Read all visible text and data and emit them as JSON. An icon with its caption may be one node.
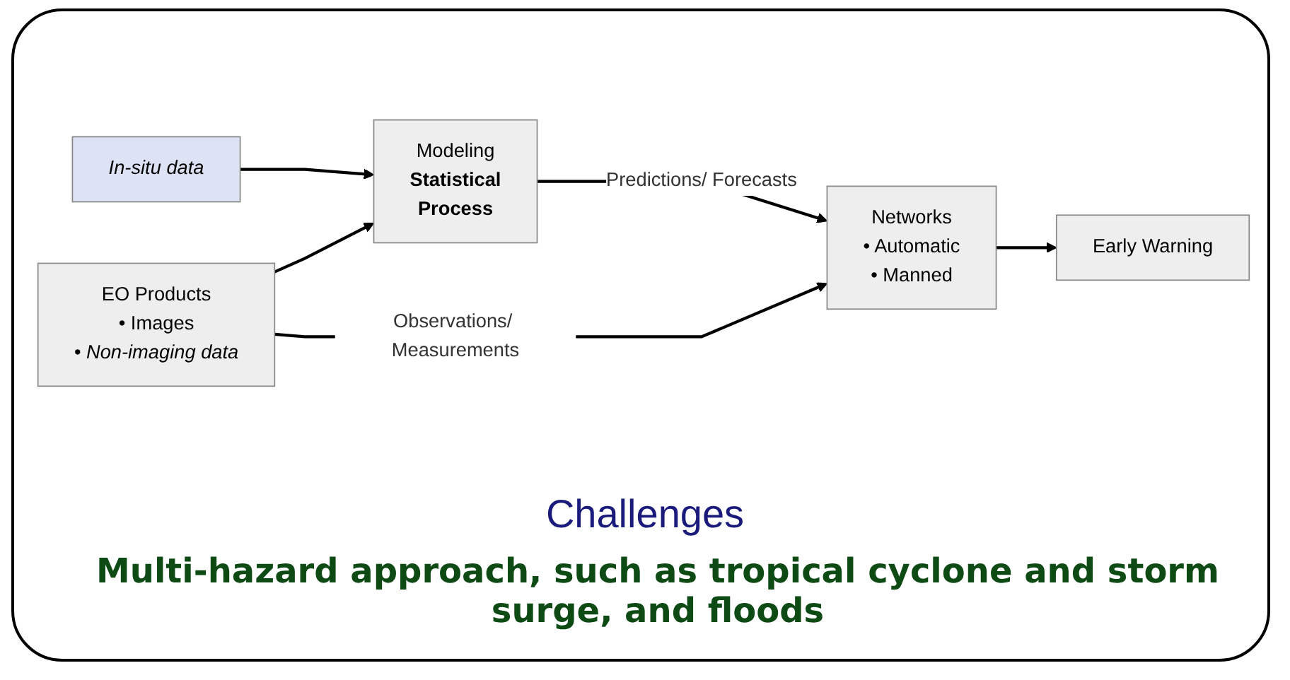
{
  "diagram": {
    "nodes": [
      {
        "text": [
          "Modeling",
          "Statistical",
          "Process"
        ]
      },
      {
        "text": [
          "In-situ data"
        ]
      },
      {
        "text": [
          "EO Products",
          "• Images",
          "• Non-imaging data"
        ]
      },
      {
        "text": [
          "Networks",
          "• Automatic",
          "• Manned"
        ]
      },
      {
        "text": [
          "Early Warning"
        ]
      }
    ],
    "edges": [
      {
        "from": 2,
        "to": 0,
        "arrow": "to"
      },
      {
        "from": 1,
        "to": 0,
        "arrow": "to"
      },
      {
        "from": 0,
        "to": 3,
        "label": "Predictions/ Forecasts",
        "arrow": "to"
      },
      {
        "from": 2,
        "to": 3,
        "label": "Observations/ Measurements",
        "arrow": "to"
      },
      {
        "from": 3,
        "to": 4,
        "arrow": "to"
      }
    ],
    "labels": [
      "Challenges",
      "Multi-hazard approach, such as tropical cyclone and storm surge, and floods"
    ]
  }
}
